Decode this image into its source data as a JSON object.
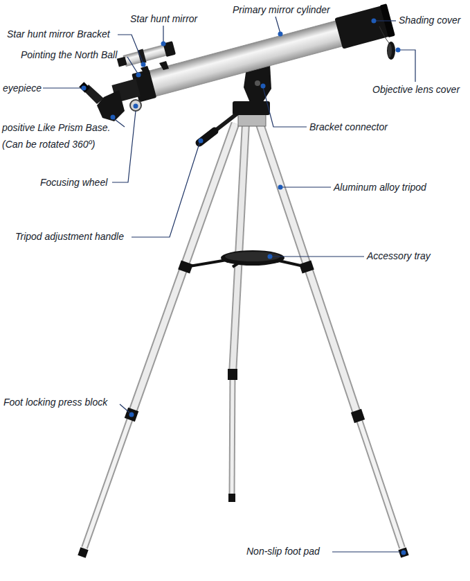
{
  "diagram": {
    "labels": [
      "Star hunt mirror",
      "Primary mirror cylinder",
      "Shading cover",
      "Star hunt mirror Bracket",
      "Pointing the North Ball",
      "eyepiece",
      "Objective lens cover",
      "positive Like Prism Base.",
      "(Can be rotated 360º)",
      "Focusing wheel",
      "Bracket connector",
      "Aluminum alloy tripod",
      "Tripod adjustment handle",
      "Accessory tray",
      "Foot locking press block",
      "Non-slip foot pad"
    ]
  }
}
